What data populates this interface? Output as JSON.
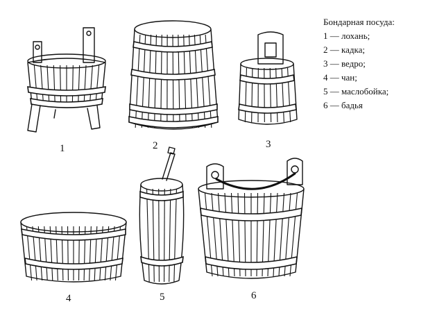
{
  "legend": {
    "title": "Бондарная посуда:",
    "items": [
      {
        "num": "1",
        "text": "1 — лохань;"
      },
      {
        "num": "2",
        "text": "2 — кадка;"
      },
      {
        "num": "3",
        "text": "3 — ведро;"
      },
      {
        "num": "4",
        "text": "4 — чан;"
      },
      {
        "num": "5",
        "text": "5 — маслобойка;"
      },
      {
        "num": "6",
        "text": "6 — бадья"
      }
    ]
  },
  "figures": {
    "f1": "1",
    "f2": "2",
    "f3": "3",
    "f4": "4",
    "f5": "5",
    "f6": "6"
  }
}
